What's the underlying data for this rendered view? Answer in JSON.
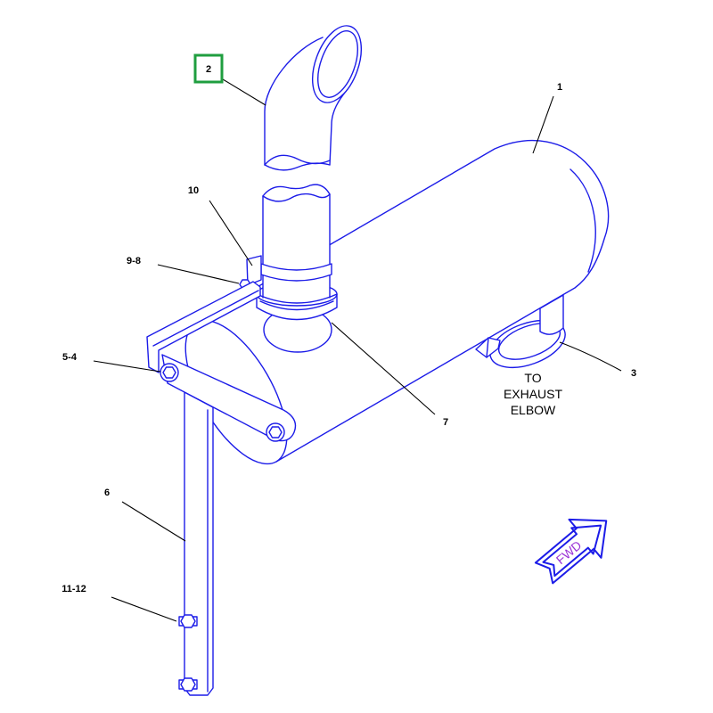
{
  "diagram": {
    "callouts": {
      "item_1": "1",
      "item_2": "2",
      "item_3": "3",
      "item_5_4": "5-4",
      "item_6": "6",
      "item_7": "7",
      "item_9_8": "9-8",
      "item_10": "10",
      "item_11_12": "11-12"
    },
    "outlet_note": [
      "TO",
      "EXHAUST",
      "ELBOW"
    ],
    "direction_arrow_label": "FWD"
  },
  "colors": {
    "line": "#1c1ce8",
    "leader": "#000000",
    "highlight": "#1f9e3f",
    "arrow_text": "#9a32d6"
  }
}
